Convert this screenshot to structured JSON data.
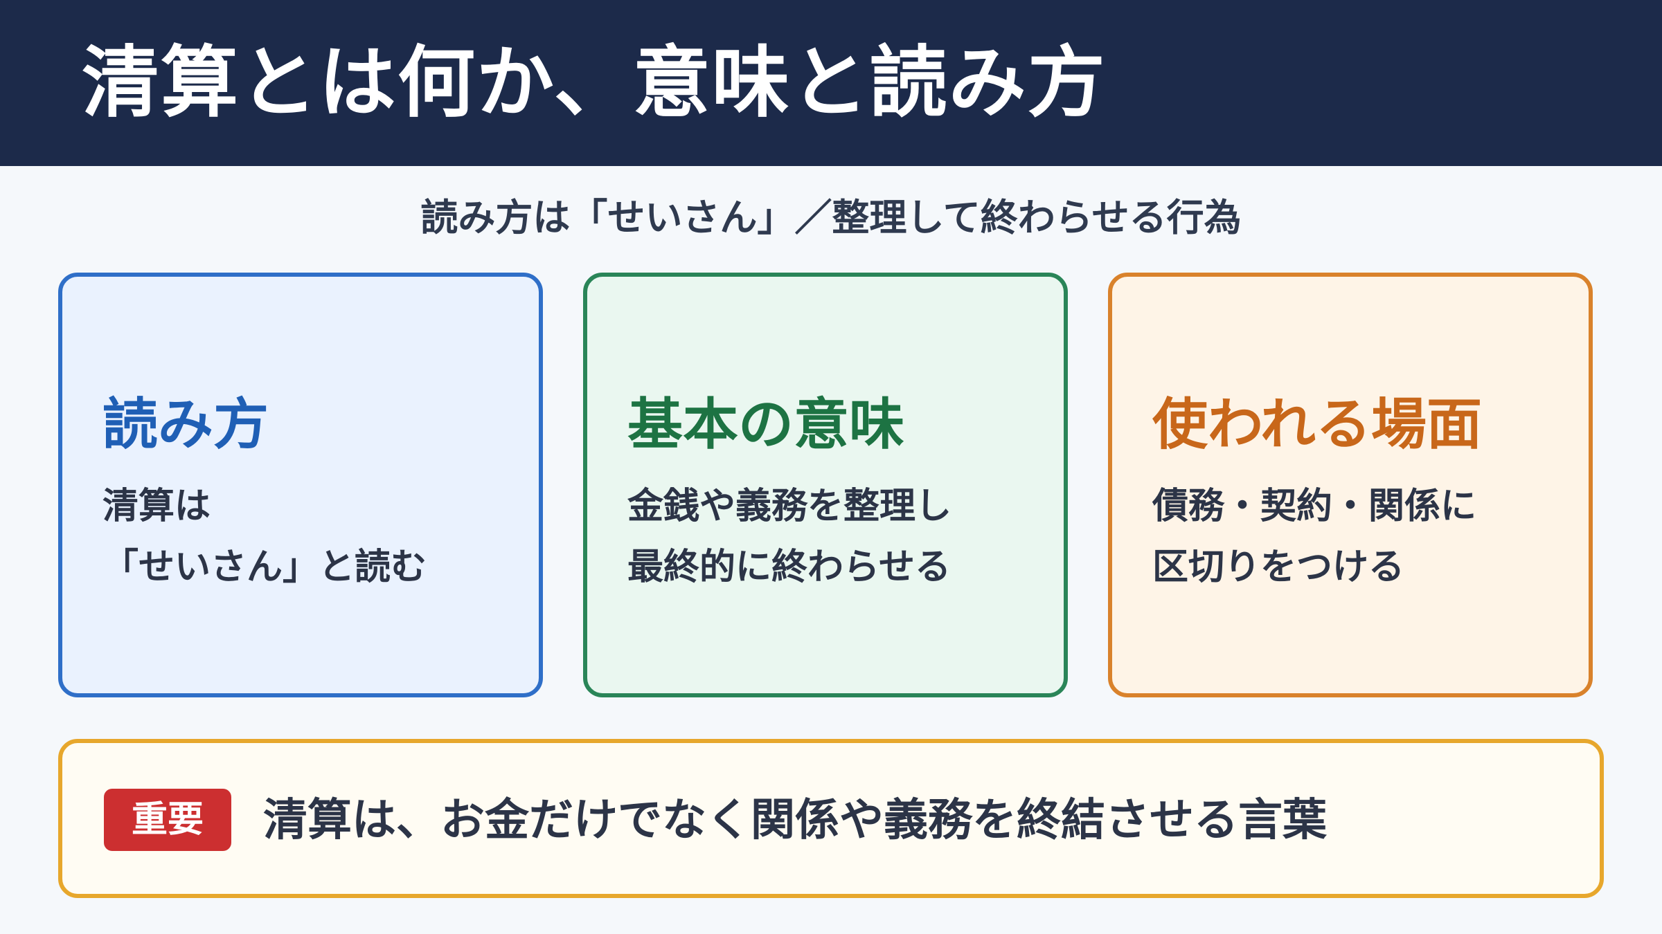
{
  "header": {
    "title": "清算とは何か、意味と読み方"
  },
  "subtitle": "読み方は「せいさん」／整理して終わらせる行為",
  "cards": [
    {
      "title": "読み方",
      "line1": "清算は",
      "line2": "「せいさん」と読む"
    },
    {
      "title": "基本の意味",
      "line1": "金銭や義務を整理し",
      "line2": "最終的に終わらせる"
    },
    {
      "title": "使われる場面",
      "line1": "債務・契約・関係に",
      "line2": "区切りをつける"
    }
  ],
  "callout": {
    "badge": "重要",
    "text": "清算は、お金だけでなく関係や義務を終結させる言葉"
  },
  "colors": {
    "header_bg": "#1c2a4a",
    "blue": "#2f6fc8",
    "green": "#2a8558",
    "orange": "#d9822b",
    "gold": "#e7a72c",
    "red_badge": "#cc2f30"
  }
}
